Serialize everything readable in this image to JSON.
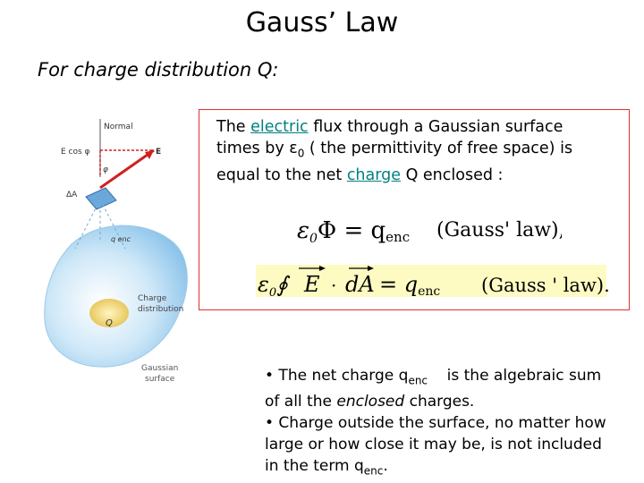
{
  "title": "Gauss’ Law",
  "subtitle": "For charge distribution Q:",
  "figure": {
    "normal_label": "Normal",
    "ecos_label": "E cos φ",
    "e_label": "E",
    "phi_label": "φ",
    "da_label": "ΔA",
    "qenc_label": "q enc",
    "charge_dist_label_1": "Charge",
    "charge_dist_label_2": "distribution",
    "q_label": "Q",
    "gaussian_label_1": "Gaussian",
    "gaussian_label_2": "surface"
  },
  "definition": {
    "line1_pre": "The ",
    "line1_link": "electric",
    "line1_post": " flux  through a Gaussian surface",
    "line2_pre": "times by ε",
    "line2_sub": "0",
    "line2_post": " ( the permittivity of free space) is",
    "line3_pre": "equal to the net ",
    "line3_link": "charge",
    "line3_post": " Q enclosed :"
  },
  "equation1": {
    "eps": "ε",
    "eps_sub": "0",
    "body": "Φ = q",
    "q_sub": "enc",
    "tag": "(Gauss' law),"
  },
  "equation2": {
    "eps": "ε",
    "eps_sub": "0",
    "integral": "∮",
    "e": "E",
    "dot": "·",
    "da": "dA",
    "rhs": "= q",
    "q_sub": "enc",
    "tag": "(Gauss ' law)."
  },
  "bullets": {
    "b1_pre": "• The net charge q",
    "b1_sub": "enc",
    "b1_post": "    is the algebraic sum",
    "b2_pre": "of all the ",
    "b2_em": "enclosed",
    "b2_post": " charges.",
    "b3": "• Charge outside the surface, no matter how",
    "b4": "large or how close it may be, is not included",
    "b5_pre": "in the term q",
    "b5_sub": "enc",
    "b5_post": "."
  },
  "colors": {
    "box_border": "#e03030",
    "link": "#008080",
    "highlight": "#fdfbc2",
    "surface_blue": "#9fcfee"
  }
}
